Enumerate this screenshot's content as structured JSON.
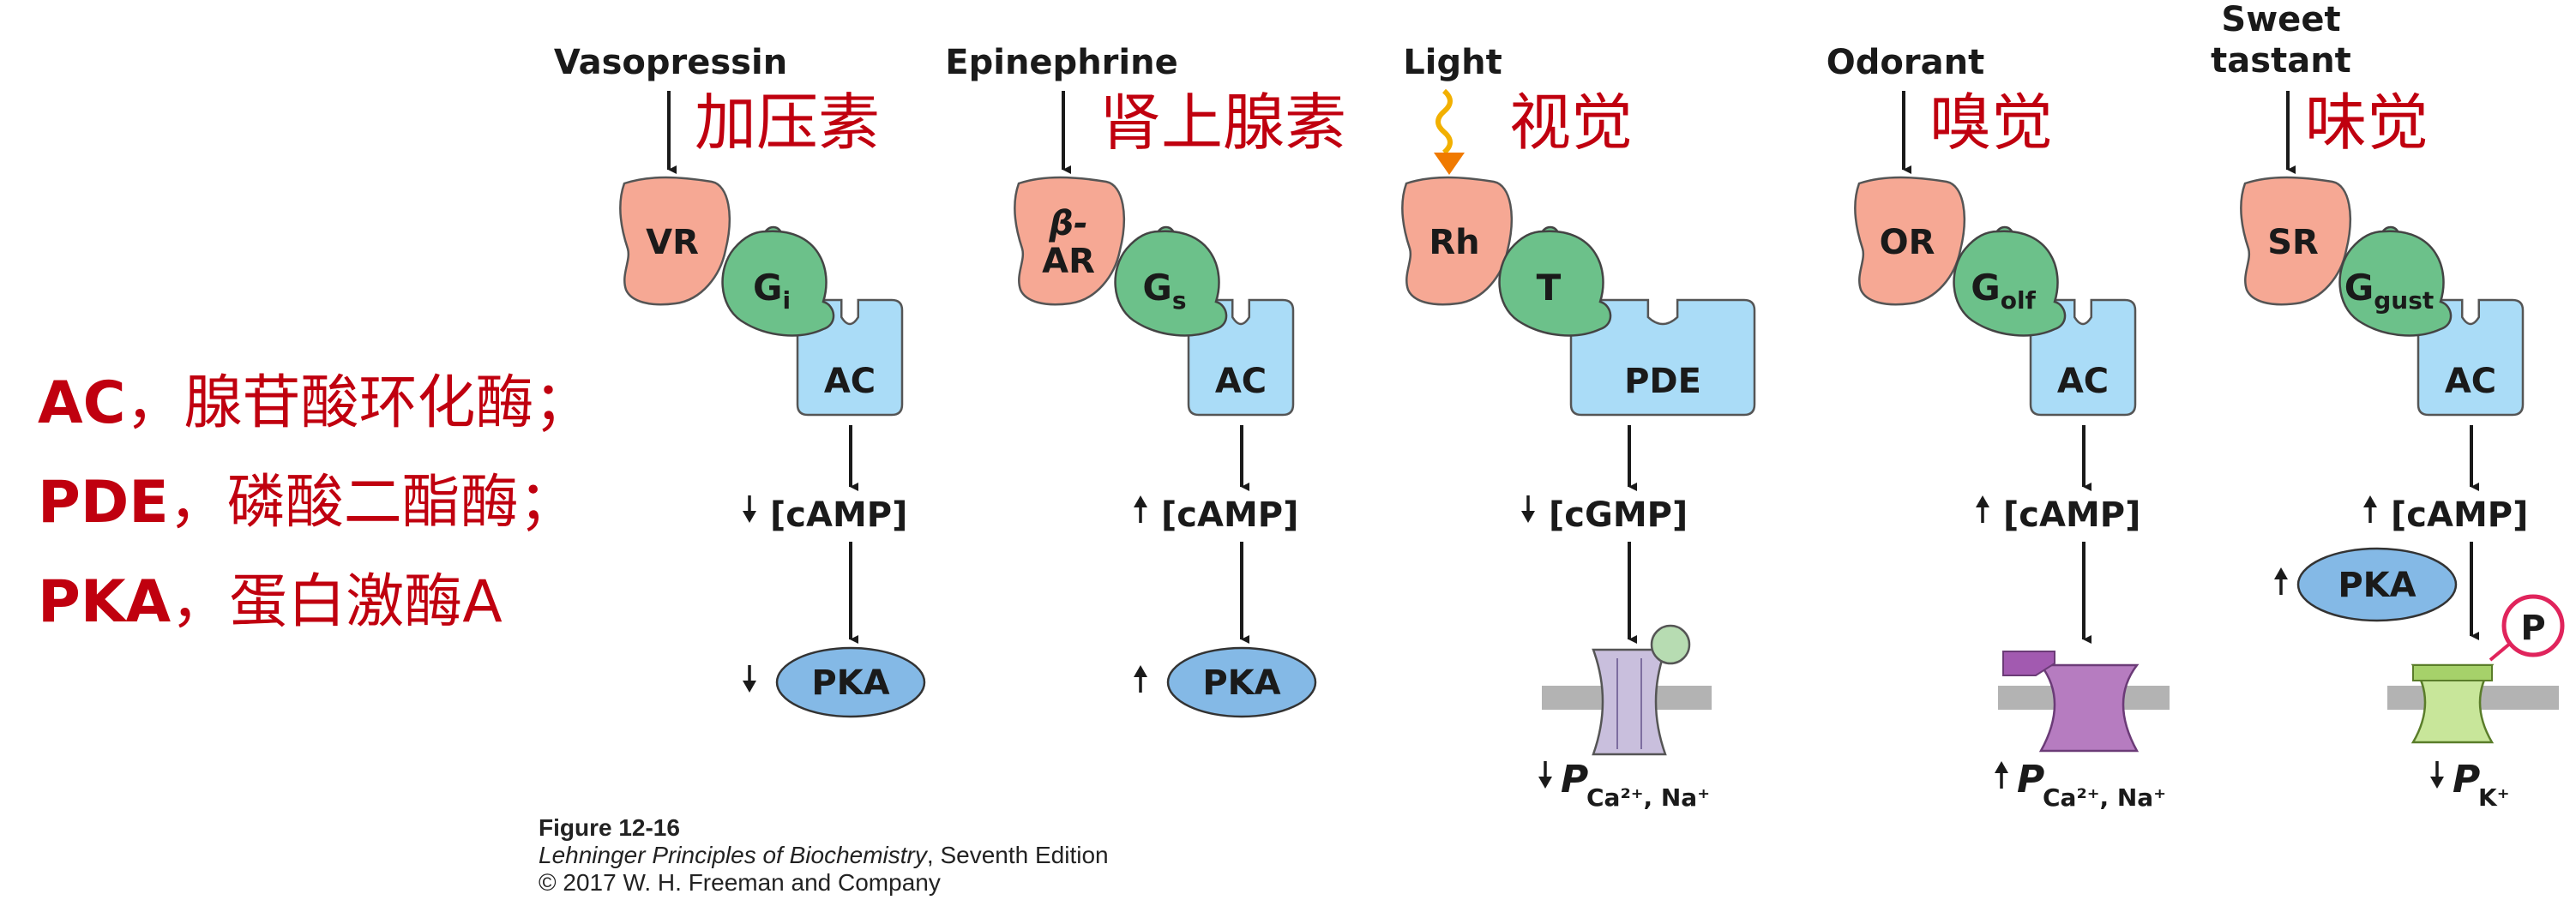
{
  "colors": {
    "receptor": "#f6a894",
    "g_protein": "#6cc18a",
    "enzyme": "#aadcf7",
    "pka": "#84b9e6",
    "channel_ca": "#c9bfdd",
    "channel_cng": "#b67cc0",
    "channel_k": "#c8e69a",
    "membrane": "#b3b3b3",
    "chinese_text": "#c0000f",
    "phosphate_ring": "#e0245c"
  },
  "legend": [
    {
      "abbr": "AC",
      "sep": "，",
      "text": "腺苷酸环化酶；"
    },
    {
      "abbr": "PDE",
      "sep": "，",
      "text": "磷酸二酯酶；"
    },
    {
      "abbr": "PKA",
      "sep": "，",
      "text": "蛋白激酶A"
    }
  ],
  "pathways": [
    {
      "stimulus": "Vasopressin",
      "chinese": "加压素",
      "receptor": "VR",
      "g_main": "G",
      "g_sub": "i",
      "enzyme": "AC",
      "messenger_dir": "↓",
      "messenger": "[cAMP]",
      "target_dir": "↓",
      "target": "PKA"
    },
    {
      "stimulus": "Epinephrine",
      "chinese": "肾上腺素",
      "receptor_line1": "β-",
      "receptor_line2": "AR",
      "g_main": "G",
      "g_sub": "s",
      "enzyme": "AC",
      "messenger_dir": "↑",
      "messenger": "[cAMP]",
      "target_dir": "↑",
      "target": "PKA"
    },
    {
      "stimulus": "Light",
      "chinese": "视觉",
      "receptor": "Rh",
      "g_main": "T",
      "enzyme": "PDE",
      "messenger_dir": "↓",
      "messenger": "[cGMP]",
      "out_dir": "↓",
      "out_p": "P",
      "out_sub": "Ca²⁺, Na⁺"
    },
    {
      "stimulus": "Odorant",
      "chinese": "嗅觉",
      "receptor": "OR",
      "g_main": "G",
      "g_sub": "olf",
      "enzyme": "AC",
      "messenger_dir": "↑",
      "messenger": "[cAMP]",
      "out_dir": "↑",
      "out_p": "P",
      "out_sub": "Ca²⁺, Na⁺"
    },
    {
      "stimulus_line1": "Sweet",
      "stimulus_line2": "tastant",
      "chinese": "味觉",
      "receptor": "SR",
      "g_main": "G",
      "g_sub": "gust",
      "enzyme": "AC",
      "messenger_dir": "↑",
      "messenger": "[cAMP]",
      "pka_dir": "↑",
      "pka": "PKA",
      "phosphate": "P",
      "out_dir": "↓",
      "out_p": "P",
      "out_sub": "K⁺"
    }
  ],
  "caption": {
    "figure": "Figure 12-16",
    "book": "Lehninger Principles of Biochemistry",
    "edition": ", Seventh Edition",
    "copyright": "© 2017 W. H. Freeman and Company"
  }
}
